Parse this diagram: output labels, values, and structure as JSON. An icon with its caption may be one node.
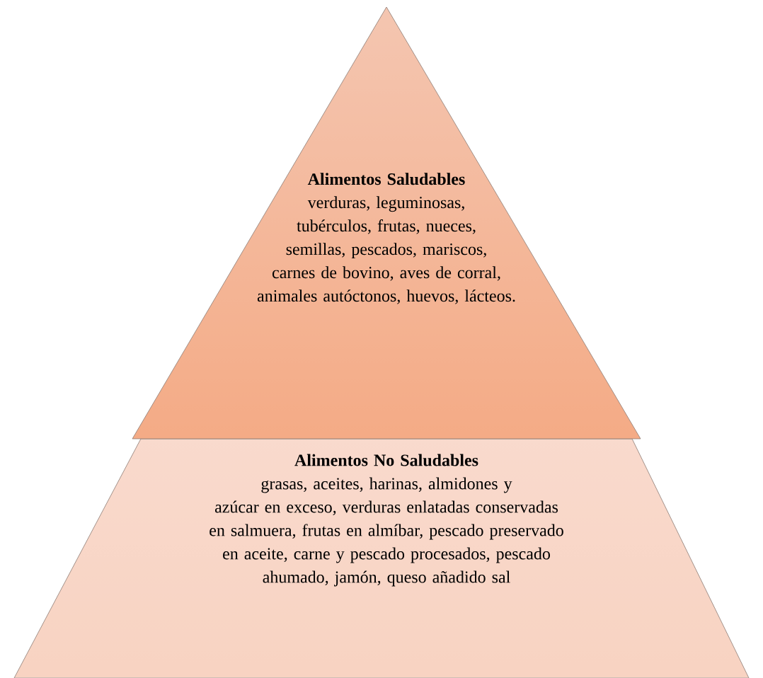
{
  "diagram": {
    "nodes": [
      {
        "text": [
          "Alimentos Saludables",
          "verduras, leguminosas, tubérculos, frutas, nueces, semillas, pescados, mariscos, carnes de bovino, aves de corral, animales autóctonos, huevos, lácteos."
        ]
      },
      {
        "text": [
          "Alimentos No Saludables",
          "grasas, aceites, harinas, almidones y azúcar en exceso, verduras enlatadas conservadas en salmuera, frutas en almíbar, pescado preservado en aceite, carne y pescado procesados, pescado ahumado, jamón, queso añadido sal"
        ]
      }
    ]
  }
}
